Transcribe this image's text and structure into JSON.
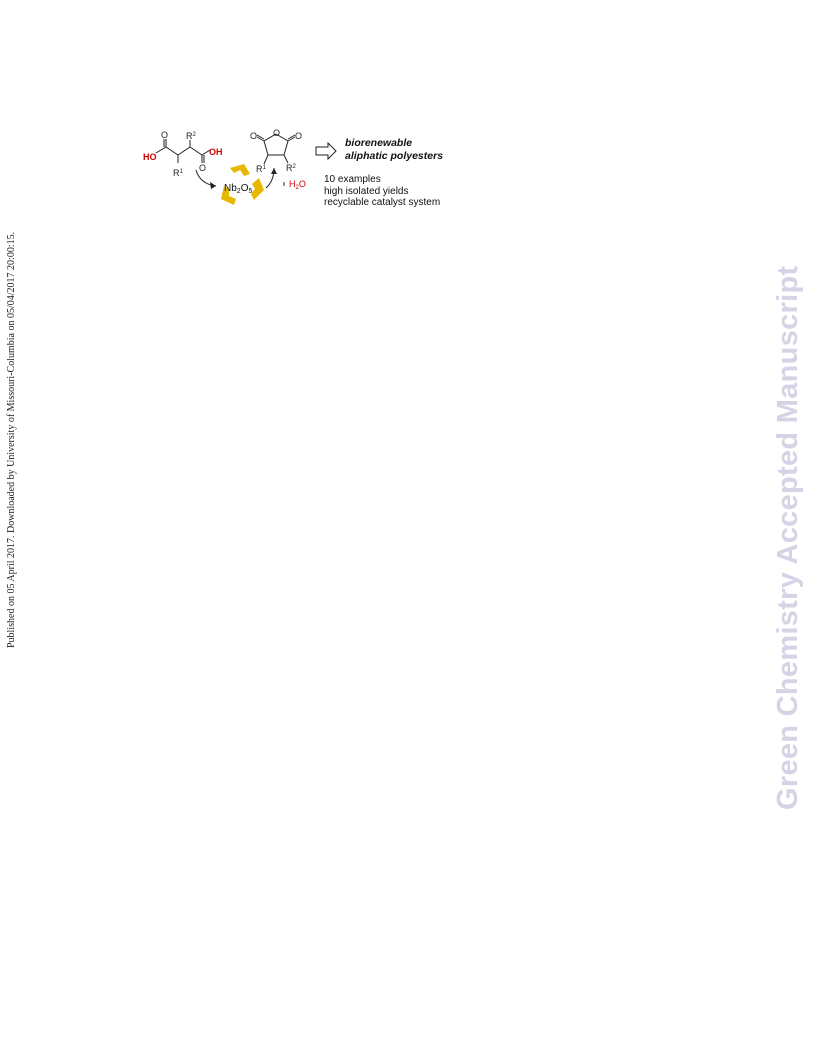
{
  "sidebar_left": {
    "text": "Published on 05 April 2017. Downloaded by University of Missouri-Columbia on 05/04/2017 20:00:15."
  },
  "sidebar_right": {
    "text": "Green Chemistry Accepted Manuscript"
  },
  "graphic": {
    "diacid": {
      "ho_left": "HO",
      "oh_right": "OH",
      "o_top": "O",
      "o_bottom": "O",
      "r1": "R",
      "r1_sup": "1",
      "r2": "R",
      "r2_sup": "2"
    },
    "anhydride": {
      "o_ring": "O",
      "o_left": "O",
      "o_right": "O",
      "r1": "R",
      "r1_sup": "1",
      "r2": "R",
      "r2_sup": "2"
    },
    "catalyst": {
      "base": "Nb",
      "sub1": "2",
      "mid": "O",
      "sub2": "5"
    },
    "water": {
      "h": "H",
      "sub": "2",
      "o": "O"
    },
    "product_line1": "biorenewable",
    "product_line2": "aliphatic polyesters",
    "colors": {
      "heteroatom_red": "#cc0000",
      "recycle_yellow": "#e6b800",
      "bond": "#222222"
    }
  },
  "highlights": [
    "10 examples",
    "high isolated yields",
    "recyclable catalyst system"
  ]
}
